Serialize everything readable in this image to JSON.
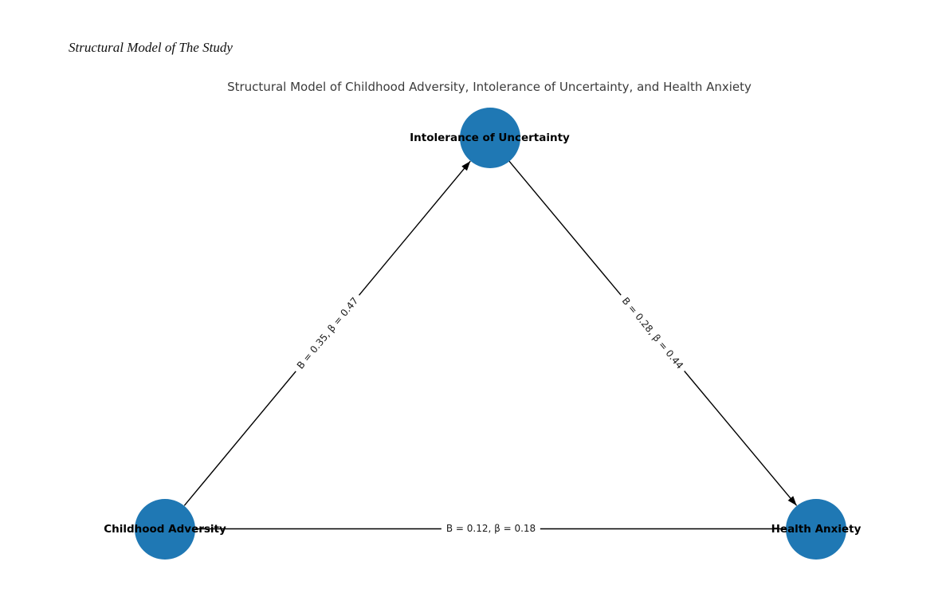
{
  "page": {
    "heading": "Structural Model of The Study"
  },
  "figure": {
    "title": "Structural Model of Childhood Adversity, Intolerance of Uncertainty, and Health Anxiety"
  },
  "colors": {
    "node_fill": "#1f78b4",
    "edge_line": "#000000",
    "title_text": "#3b3b3b",
    "label_text": "#000000",
    "background": "#ffffff"
  },
  "chart_data": {
    "type": "path-diagram",
    "title": "Structural Model of Childhood Adversity, Intolerance of Uncertainty, and Health Anxiety",
    "nodes": [
      {
        "id": "intolerance_of_uncertainty",
        "label": "Intolerance of Uncertainty",
        "position": "top-center"
      },
      {
        "id": "childhood_adversity",
        "label": "Childhood Adversity",
        "position": "bottom-left"
      },
      {
        "id": "health_anxiety",
        "label": "Health Anxiety",
        "position": "bottom-right"
      }
    ],
    "edges": [
      {
        "from": "Childhood Adversity",
        "to": "Intolerance of Uncertainty",
        "label": "B = 0.35, β = 0.47",
        "B": 0.35,
        "beta": 0.47,
        "directed": true
      },
      {
        "from": "Intolerance of Uncertainty",
        "to": "Health Anxiety",
        "label": "B = 0.28, β = 0.44",
        "B": 0.28,
        "beta": 0.44,
        "directed": true
      },
      {
        "from": "Childhood Adversity",
        "to": "Health Anxiety",
        "label": "B = 0.12, β = 0.18",
        "B": 0.12,
        "beta": 0.18,
        "directed": true
      }
    ]
  }
}
